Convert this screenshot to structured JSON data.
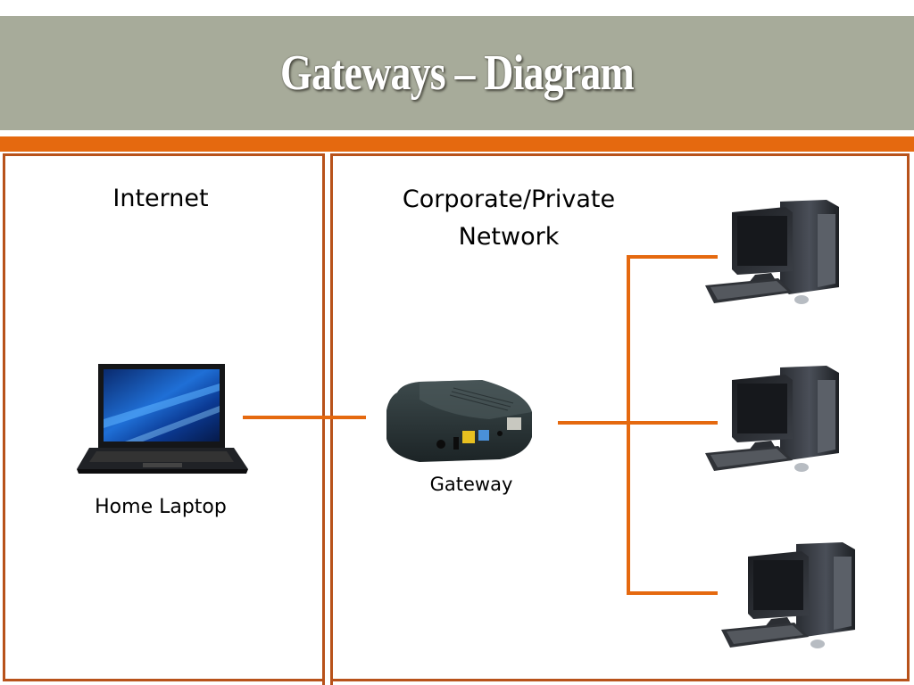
{
  "title": "Gateways – Diagram",
  "zones": {
    "internet_label": "Internet",
    "corporate_label": "Corporate/Private Network"
  },
  "devices": {
    "laptop_label": "Home Laptop",
    "gateway_label": "Gateway"
  },
  "colors": {
    "title_band": "#a7ab9a",
    "accent_orange": "#e5690f",
    "frame_rust": "#b8521a"
  },
  "icons": [
    "laptop-icon",
    "gateway-router-icon",
    "desktop-computer-icon"
  ]
}
